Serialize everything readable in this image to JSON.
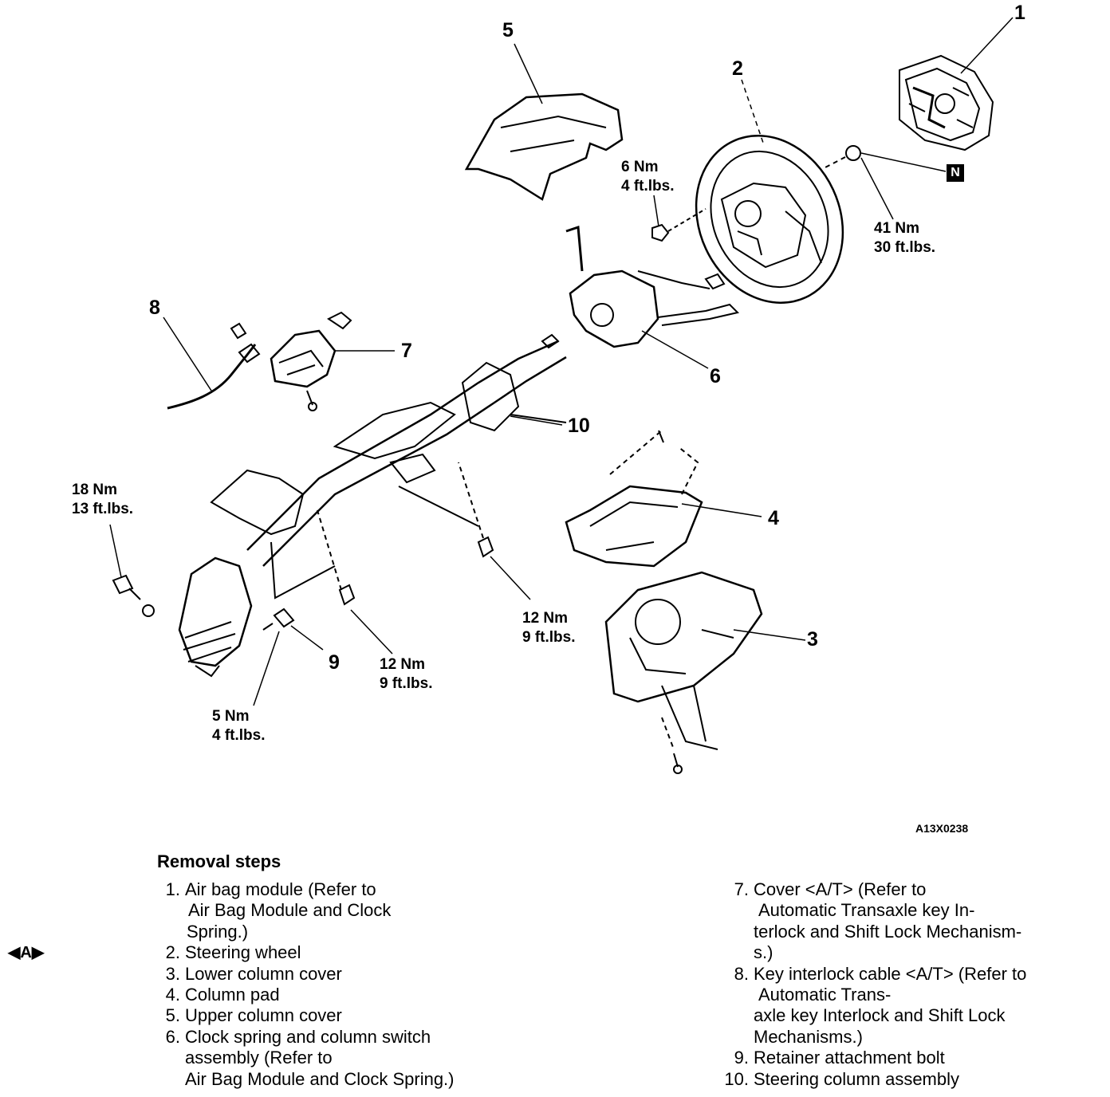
{
  "callouts": {
    "c1": "1",
    "c2": "2",
    "c3": "3",
    "c4": "4",
    "c5": "5",
    "c6": "6",
    "c7": "7",
    "c8": "8",
    "c9": "9",
    "c10": "10"
  },
  "torque": {
    "t6nm": [
      "6 Nm",
      "4 ft.lbs."
    ],
    "t41nm": [
      "41 Nm",
      "30 ft.lbs."
    ],
    "t18nm": [
      "18 Nm",
      "13 ft.lbs."
    ],
    "t12nm_a": [
      "12 Nm",
      "9 ft.lbs."
    ],
    "t12nm_b": [
      "12 Nm",
      "9 ft.lbs."
    ],
    "t5nm": [
      "5 Nm",
      "4 ft.lbs."
    ]
  },
  "n_marker": "N",
  "figure_id": "A13X0238",
  "steps_title": "Removal steps",
  "side_marker": "◀A▶",
  "steps_left": [
    {
      "num": "1.",
      "lines": [
        "Air bag module (Refer to",
        "Air Bag Module and Clock",
        "Spring.)"
      ]
    },
    {
      "num": "2.",
      "lines": [
        "Steering wheel"
      ]
    },
    {
      "num": "3.",
      "lines": [
        "Lower column cover"
      ]
    },
    {
      "num": "4.",
      "lines": [
        "Column pad"
      ]
    },
    {
      "num": "5.",
      "lines": [
        "Upper column cover"
      ]
    },
    {
      "num": "6.",
      "lines": [
        "Clock spring and column switch",
        "assembly (Refer to",
        "Air Bag Module and Clock Spring.)"
      ]
    }
  ],
  "steps_right": [
    {
      "num": "7.",
      "lines": [
        "Cover <A/T> (Refer to",
        "Automatic Transaxle key In-",
        "terlock and Shift Lock Mechanism-",
        "s.)"
      ]
    },
    {
      "num": "8.",
      "lines": [
        "Key interlock cable <A/T> (Refer to",
        "Automatic Trans-",
        "axle key Interlock and Shift Lock",
        "Mechanisms.)"
      ]
    },
    {
      "num": "9.",
      "lines": [
        "Retainer attachment bolt"
      ]
    },
    {
      "num": "10.",
      "lines": [
        "Steering column assembly"
      ]
    }
  ]
}
